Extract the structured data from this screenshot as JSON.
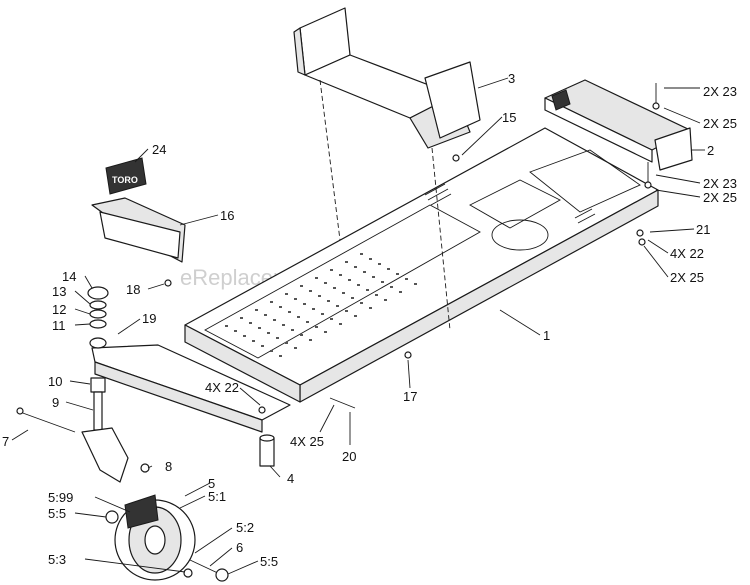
{
  "watermark": "eReplacementParts.com",
  "callouts": {
    "c1": "1",
    "c2": "2",
    "c3": "3",
    "c4": "4",
    "c5": "5",
    "c51": "5:1",
    "c52": "5:2",
    "c53": "5:3",
    "c55a": "5:5",
    "c55b": "5:5",
    "c599": "5:99",
    "c6": "6",
    "c7": "7",
    "c8": "8",
    "c9": "9",
    "c10": "10",
    "c11": "11",
    "c12": "12",
    "c13": "13",
    "c14": "14",
    "c15": "15",
    "c16": "16",
    "c17": "17",
    "c18": "18",
    "c19": "19",
    "c20": "20",
    "c21": "21",
    "c24": "24",
    "c2x23a": "2X 23",
    "c2x25a": "2X 25",
    "c2x23b": "2X 23",
    "c2x25b": "2X 25",
    "c2x25c": "2X 25",
    "c4x22a": "4X 22",
    "c4x22b": "4X 22",
    "c4x25": "4X 25"
  },
  "decal_text": "TORO"
}
